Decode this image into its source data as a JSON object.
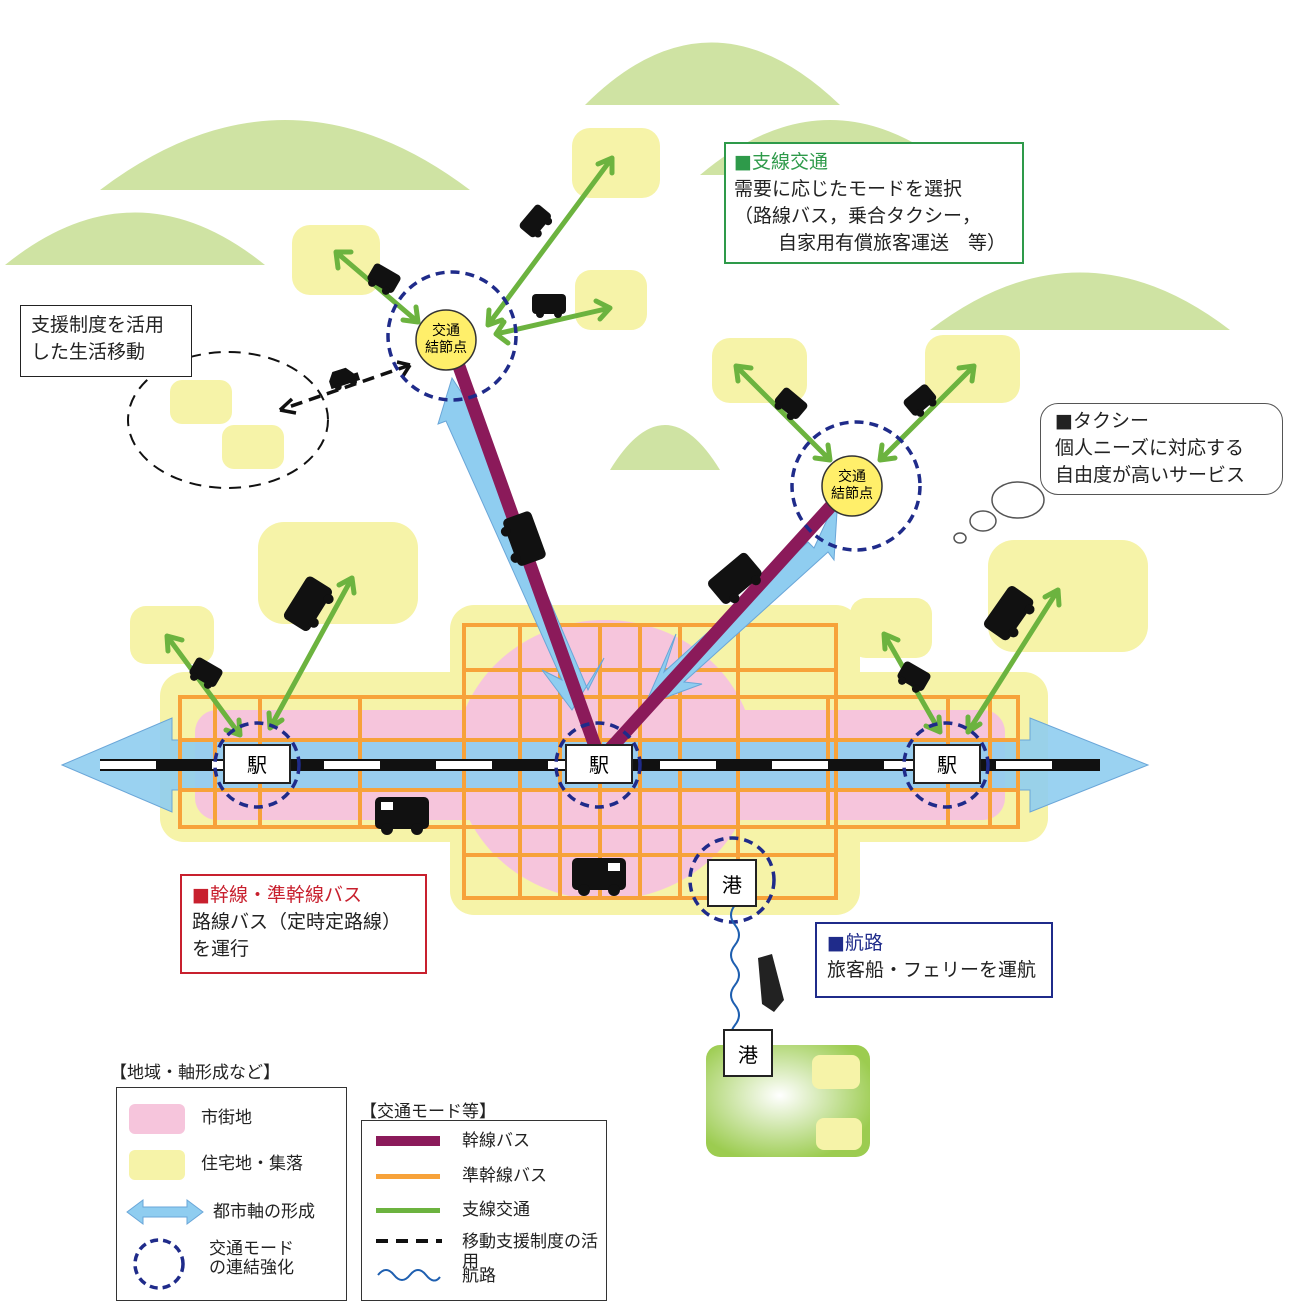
{
  "colors": {
    "trunk_bus": "#8b1a5a",
    "semi_trunk_bus": "#f7a23a",
    "branch": "#6cb33f",
    "city_axis": "#8fcdf0",
    "urban_area": "#f6c5dc",
    "residential": "#f6f3a8",
    "hub_ring": "#1f2b8a",
    "hill": "#cfe3a3",
    "red_header": "#c8202e",
    "green_header": "#2e9a4a",
    "navy_header": "#1f2b8a"
  },
  "map_labels": {
    "station": "駅",
    "port": "港",
    "hub_line1": "交通",
    "hub_line2": "結節点"
  },
  "callouts": {
    "support": {
      "line1": "支援制度を活用",
      "line2": "した生活移動"
    },
    "branch": {
      "header": "■支線交通",
      "line1": "需要に応じたモードを選択",
      "line2": "（路線バス，乗合タクシー，",
      "line3": "自家用有償旅客運送　等）"
    },
    "taxi": {
      "header": "■タクシー",
      "line1": "個人ニーズに対応する",
      "line2": "自由度が高いサービス"
    },
    "trunk": {
      "header": "■幹線・準幹線バス",
      "line1": "路線バス（定時定路線）",
      "line2": "を運行"
    },
    "route": {
      "header": "■航路",
      "line1": "旅客船・フェリーを運航"
    }
  },
  "legend_area": {
    "title": "【地域・軸形成など】",
    "items": [
      {
        "icon": "urban-area-swatch",
        "label": "市街地"
      },
      {
        "icon": "residential-swatch",
        "label": "住宅地・集落"
      },
      {
        "icon": "double-arrow-icon",
        "label": "都市軸の形成"
      },
      {
        "icon": "dashed-circle-icon",
        "label": "交通モード\nの連結強化"
      }
    ]
  },
  "legend_modes": {
    "title": "【交通モード等】",
    "items": [
      {
        "icon": "trunk-line-swatch",
        "label": "幹線バス"
      },
      {
        "icon": "semi-trunk-line-swatch",
        "label": "準幹線バス"
      },
      {
        "icon": "branch-line-swatch",
        "label": "支線交通"
      },
      {
        "icon": "dashed-line-swatch",
        "label": "移動支援制度の活用"
      },
      {
        "icon": "wave-line-swatch",
        "label": "航路"
      }
    ]
  }
}
